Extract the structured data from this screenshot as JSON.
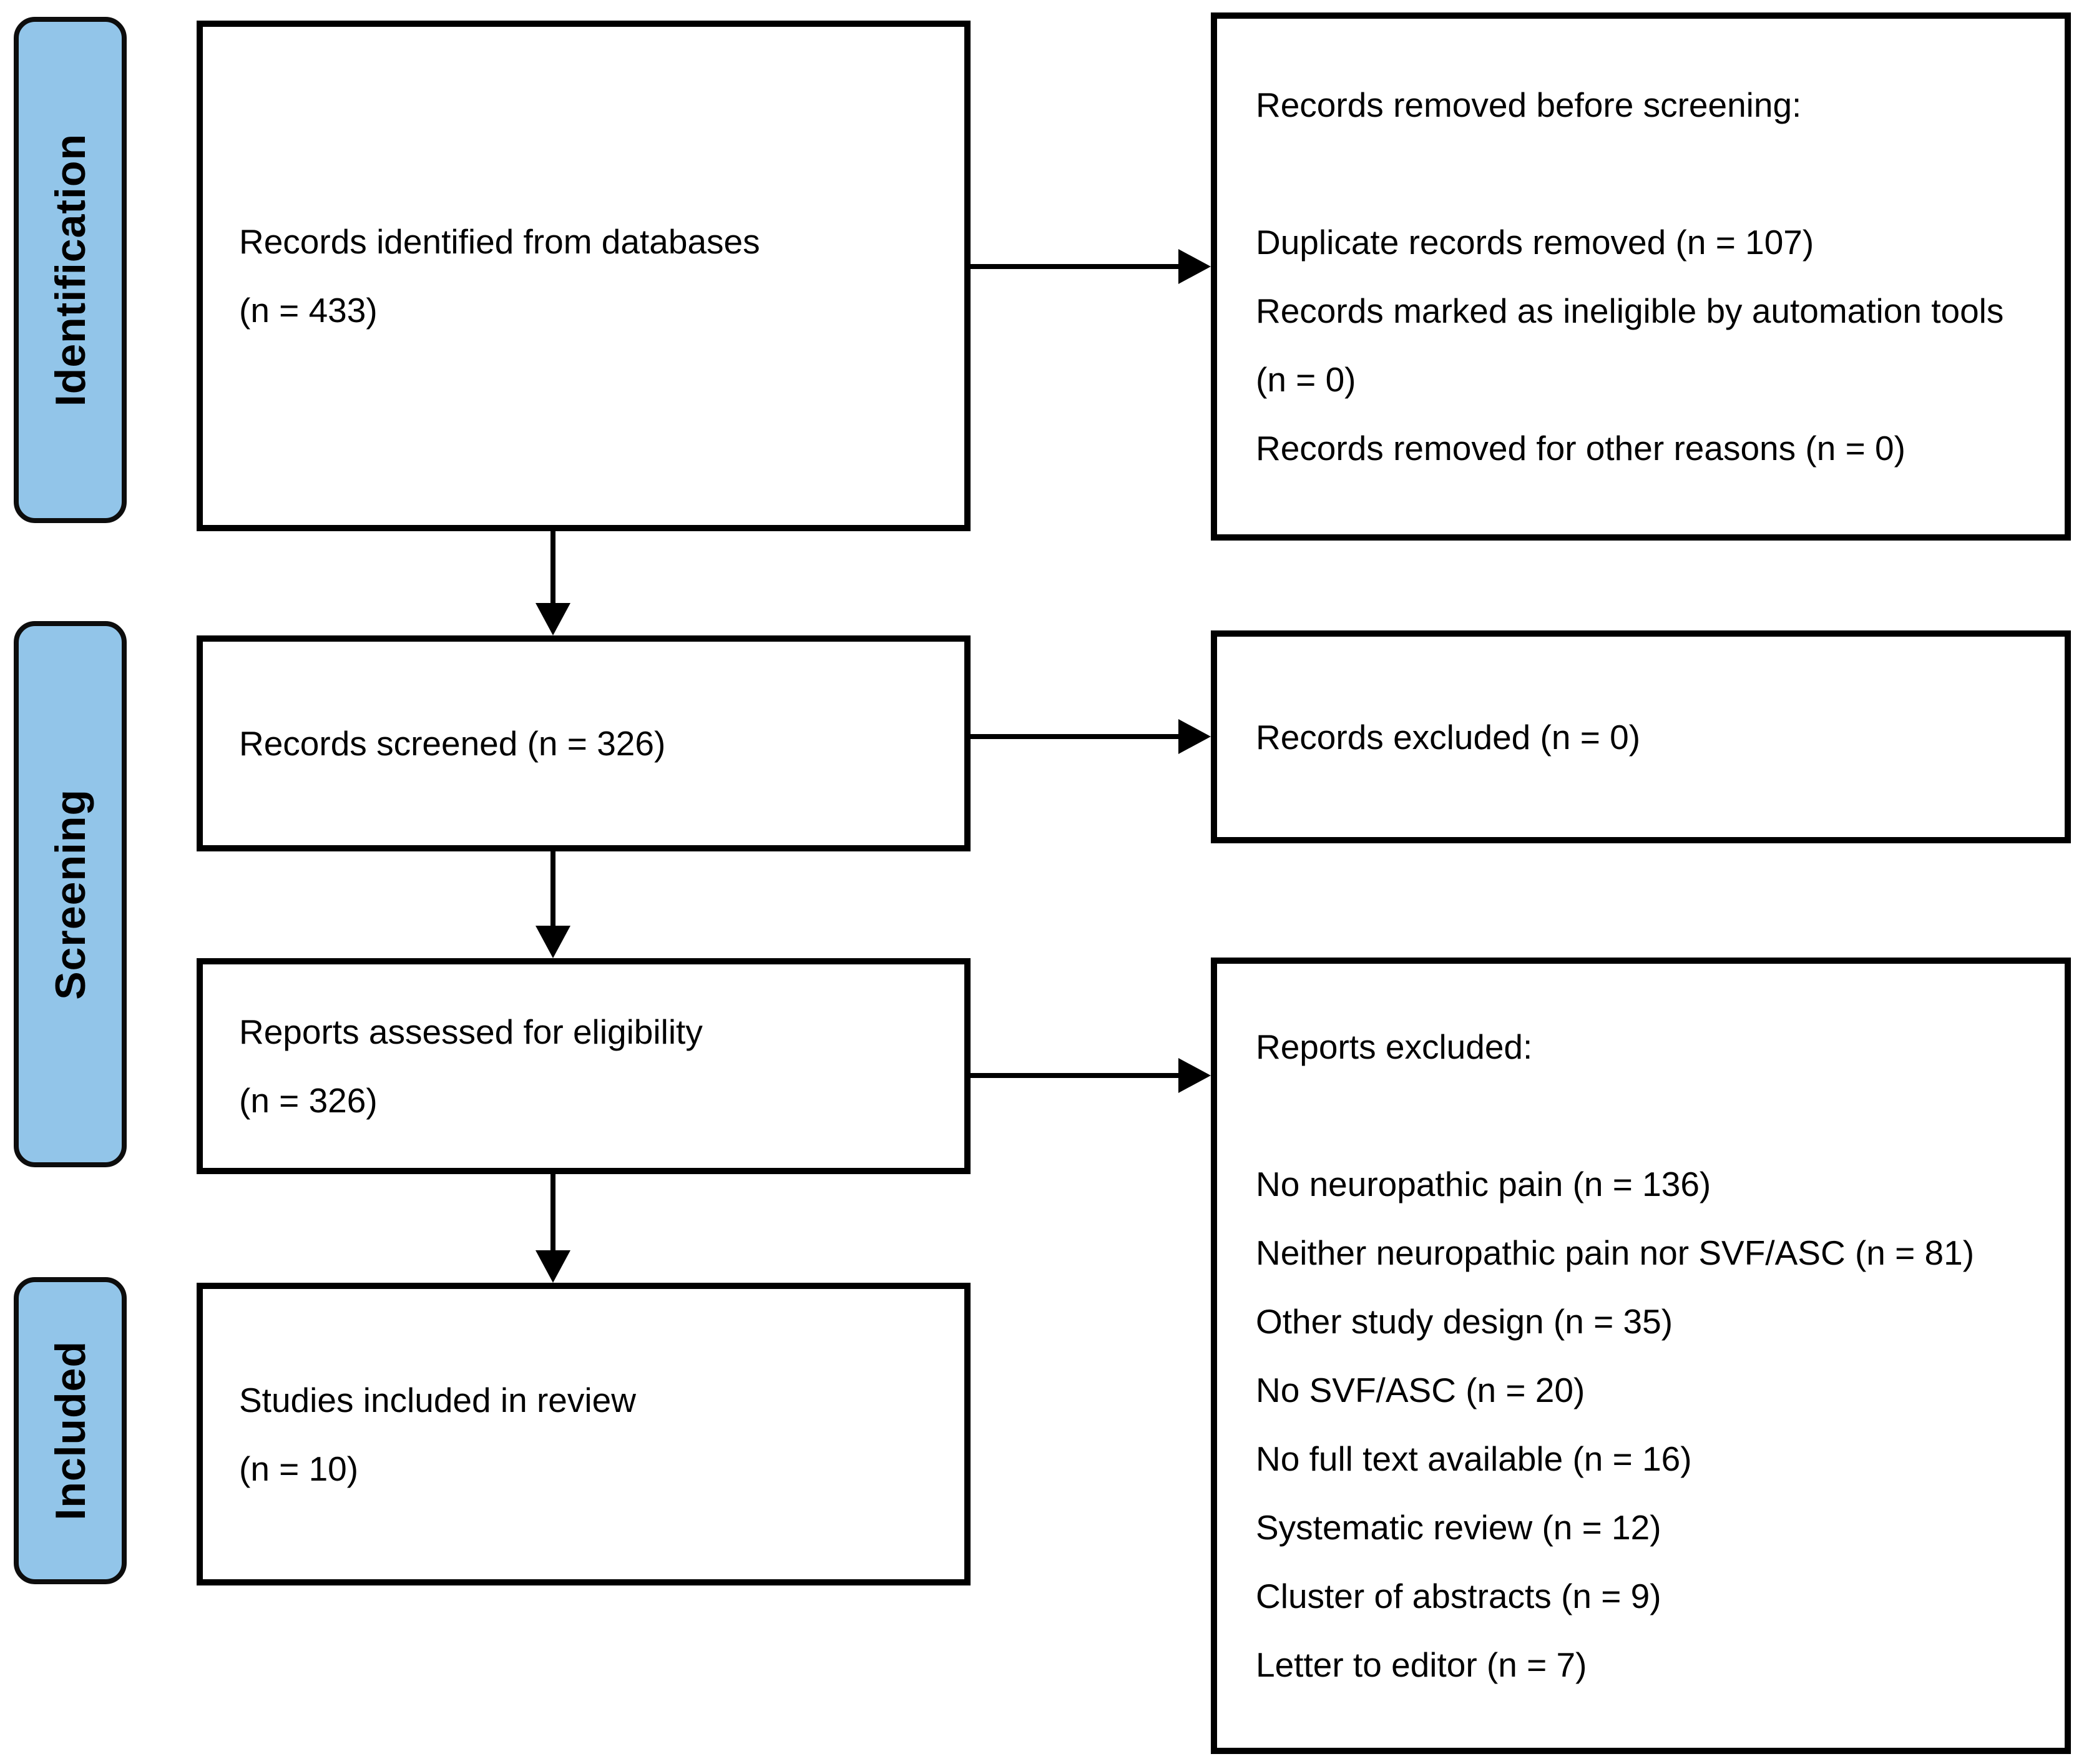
{
  "figure": {
    "type": "prisma-flow-diagram",
    "colors": {
      "stage_fill": "#92C5E9",
      "border": "#000000",
      "background": "#FFFFFF",
      "text": "#000000"
    },
    "stages": [
      {
        "label": "Identification"
      },
      {
        "label": "Screening"
      },
      {
        "label": "Included"
      }
    ],
    "boxes": {
      "identified": {
        "line1": "Records identified from databases",
        "line2": "(n = 433)"
      },
      "removed_before_screening": {
        "title": "Records removed before screening:",
        "lines": [
          "Duplicate records removed (n = 107)",
          "Records marked as ineligible by automation tools",
          "(n = 0)",
          "Records removed for other reasons (n = 0)"
        ]
      },
      "screened": {
        "line1": "Records screened (n = 326)"
      },
      "records_excluded": {
        "line1": "Records excluded (n = 0)"
      },
      "assessed": {
        "line1": "Reports assessed for eligibility",
        "line2": "(n = 326)"
      },
      "reports_excluded": {
        "title": "Reports excluded:",
        "lines": [
          "No neuropathic pain (n = 136)",
          "Neither neuropathic pain nor SVF/ASC (n = 81)",
          "Other study design (n = 35)",
          "No SVF/ASC (n = 20)",
          "No full text available (n = 16)",
          "Systematic review (n = 12)",
          "Cluster of abstracts (n = 9)",
          "Letter to editor (n = 7)"
        ]
      },
      "included_studies": {
        "line1": "Studies included in review",
        "line2": "(n = 10)"
      }
    }
  }
}
